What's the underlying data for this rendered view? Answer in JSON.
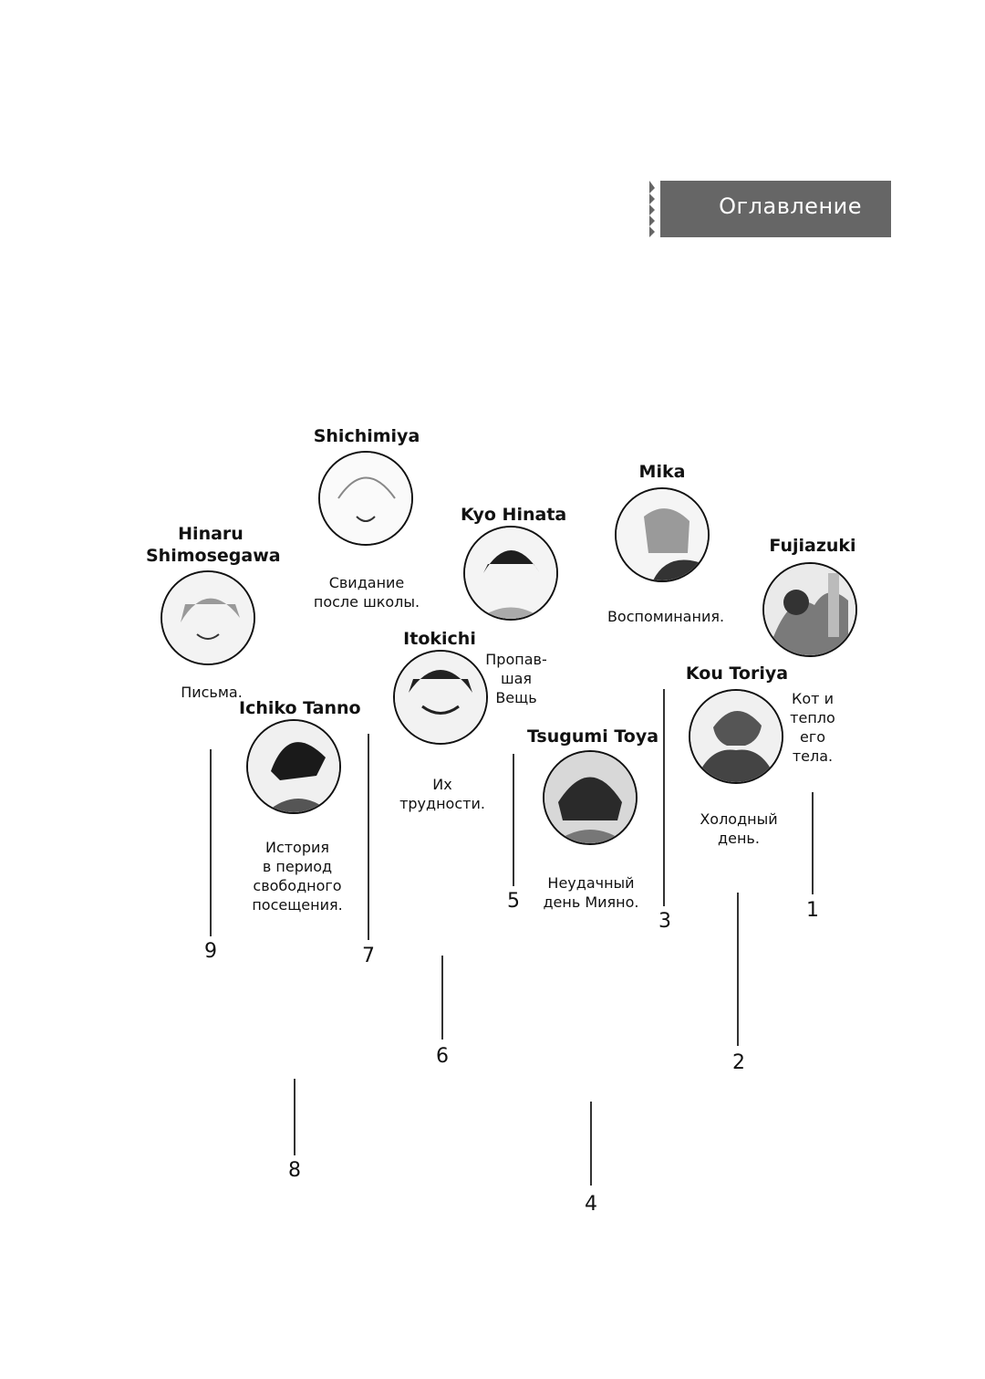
{
  "header": {
    "title": "Оглавление"
  },
  "entries": [
    {
      "number": "1",
      "author": "Fujiazuki",
      "title": "Кот и\nтепло\nего\nтела."
    },
    {
      "number": "2",
      "author": "Kou Toriya",
      "title": "Холодный\nдень."
    },
    {
      "number": "3",
      "author": "Mika",
      "title": "Воспоминания."
    },
    {
      "number": "4",
      "author": "Tsugumi Toya",
      "title": "Неудачный\nдень Мияно."
    },
    {
      "number": "5",
      "author": "Kyo Hinata",
      "title": "Пропав-\nшая\nВещь"
    },
    {
      "number": "6",
      "author": "Itokichi",
      "title": "Их\nтрудности."
    },
    {
      "number": "7",
      "author": "Shichimiya",
      "title": "Свидание\nпосле школы."
    },
    {
      "number": "8",
      "author": "Ichiko Tanno",
      "title": "История\nв период\nсвободного\nпосещения."
    },
    {
      "number": "9",
      "author": "Hinaru\nShimosegawa",
      "title": "Письма."
    }
  ]
}
